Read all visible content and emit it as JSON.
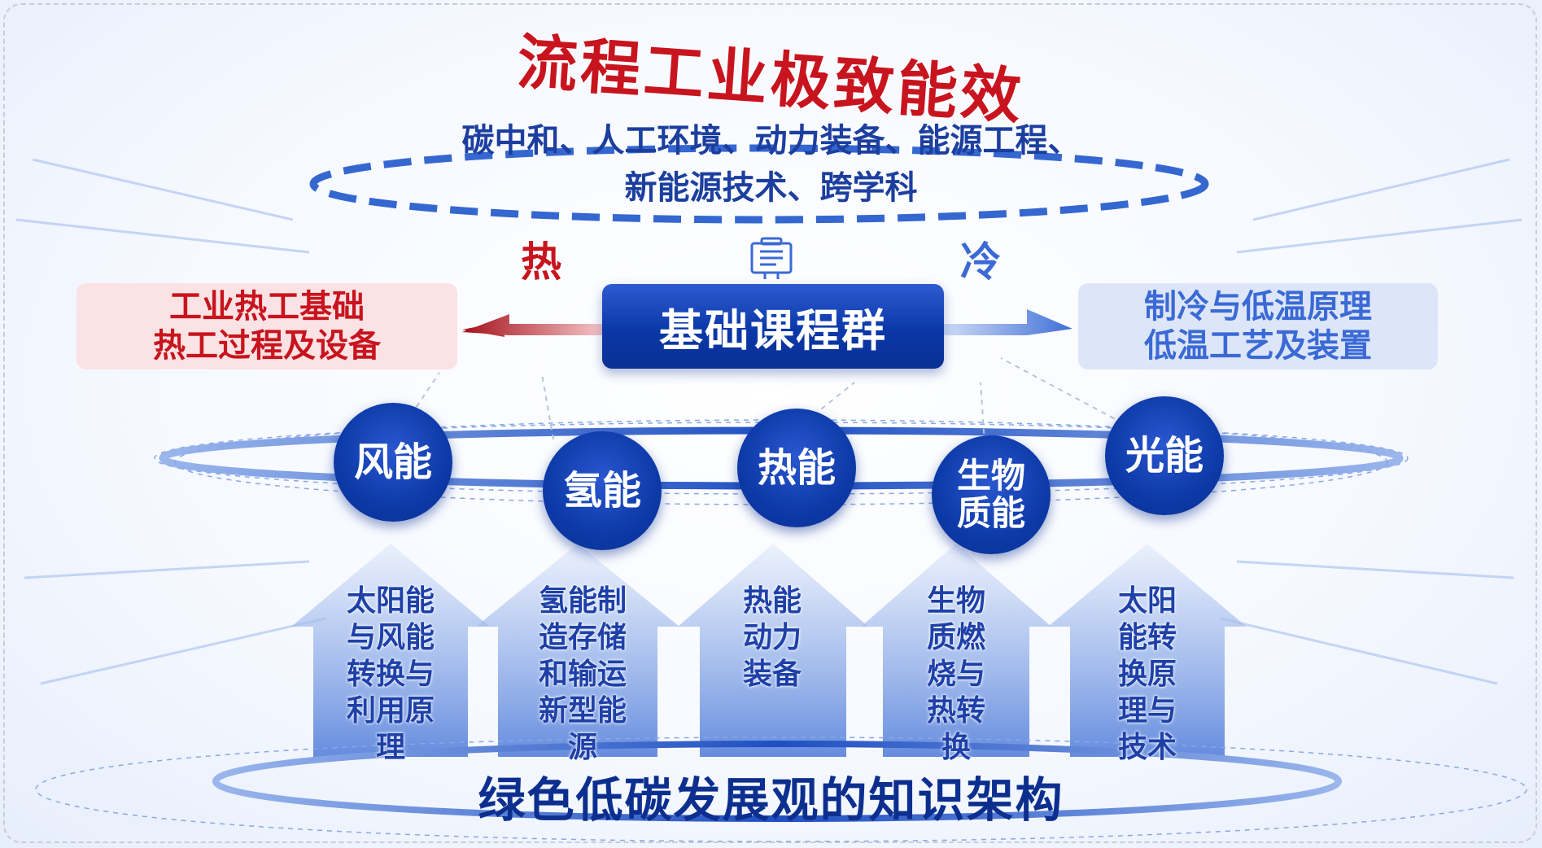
{
  "title": "流程工业极致能效",
  "subtitle_lines": [
    "碳中和、人工环境、动力装备、能源工程、",
    "新能源技术、跨学科"
  ],
  "hot_label": "热",
  "cold_label": "冷",
  "hub_label": "基础课程群",
  "left_box": [
    "工业热工基础",
    "热工过程及设备"
  ],
  "right_box": [
    "制冷与低温原理",
    "低温工艺及装置"
  ],
  "energies": [
    {
      "name": "风能",
      "lines": [
        "风能"
      ]
    },
    {
      "name": "氢能",
      "lines": [
        "氢能"
      ]
    },
    {
      "name": "热能",
      "lines": [
        "热能"
      ]
    },
    {
      "name": "生物质能",
      "lines": [
        "生物",
        "质能"
      ]
    },
    {
      "name": "光能",
      "lines": [
        "光能"
      ]
    }
  ],
  "courses": [
    [
      "太阳能",
      "与风能",
      "转换与",
      "利用原",
      "理"
    ],
    [
      "氢能制",
      "造存储",
      "和输运",
      "新型能",
      "源"
    ],
    [
      "热能",
      "动力",
      "装备"
    ],
    [
      "生物",
      "质燃",
      "烧与",
      "热转",
      "换"
    ],
    [
      "太阳",
      "能转",
      "换原",
      "理与",
      "技术"
    ]
  ],
  "bottom_title": "绿色低碳发展观的知识架构",
  "colors": {
    "red": "#c8141e",
    "navy": "#0b38a8",
    "blue_text": "#1c3f9f",
    "light_blue": "#3b6ad6",
    "pink_bg": "#fbe2e4",
    "pale_blue_bg": "#dde6f8"
  },
  "icons": [
    "monitor-icon"
  ]
}
